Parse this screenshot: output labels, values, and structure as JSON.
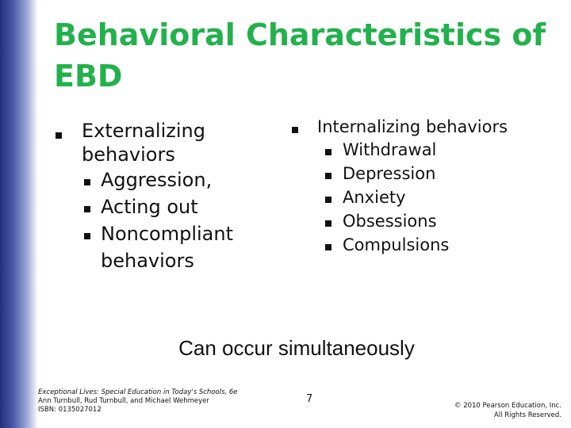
{
  "slide": {
    "title": "Behavioral Characteristics of EBD",
    "left": {
      "heading": "Externalizing behaviors",
      "items": [
        "Aggression,",
        "Acting out",
        "Noncompliant behaviors"
      ]
    },
    "right": {
      "heading": "Internalizing behaviors",
      "items": [
        "Withdrawal",
        "Depression",
        "Anxiety",
        "Obsessions",
        "Compulsions"
      ]
    },
    "note": "Can occur simultaneously",
    "page_number": "7"
  },
  "footer": {
    "book_title": "Exceptional Lives: Special Education in Today's Schools, 6e",
    "authors": "Ann Turnbull, Rud Turnbull, and Michael Wehmeyer",
    "isbn": "ISBN: 0135027012",
    "copyright": "© 2010 Pearson Education, Inc.",
    "rights": "All Rights Reserved."
  },
  "colors": {
    "title": "#22b14c",
    "left_bar_dark": "#1f2f7a",
    "text": "#111111"
  }
}
